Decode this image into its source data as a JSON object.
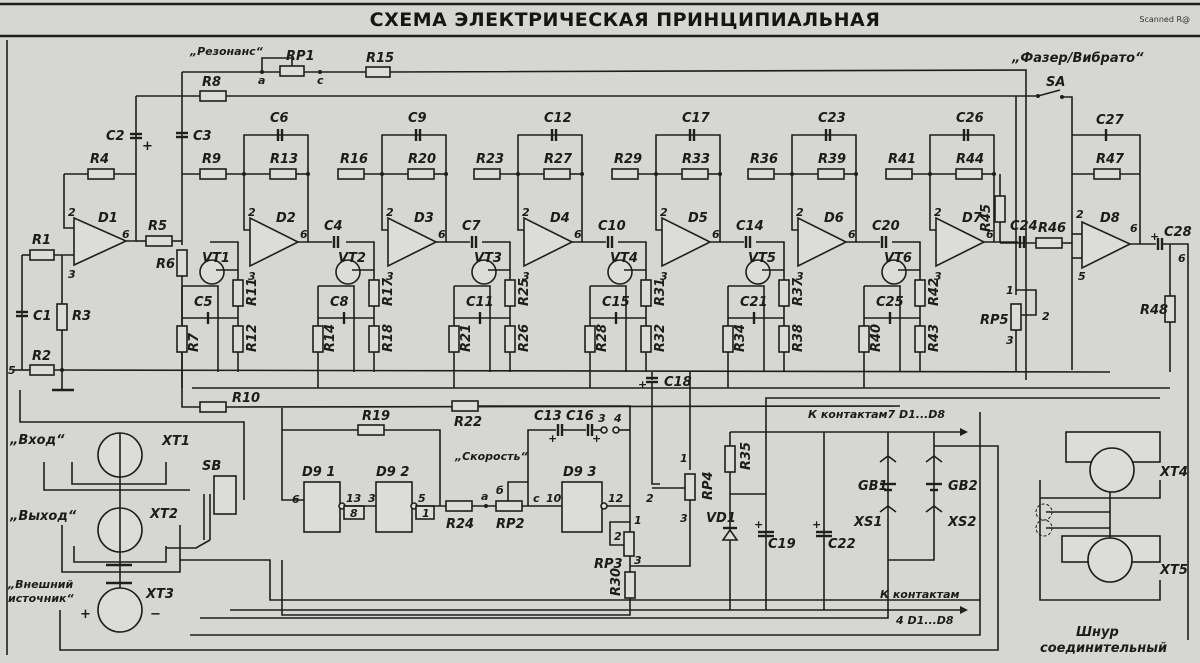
{
  "header": {
    "title": "СХЕМА ЭЛЕКТРИЧЕСКАЯ ПРИНЦИПИАЛЬНАЯ",
    "watermark": "Scanned R@"
  },
  "controls": {
    "resonance": "„Резонанс“",
    "phaser_vibrato": "„Фазер/Вибрато“",
    "speed": "„Скорость“"
  },
  "connectors": {
    "input": "„Вход“",
    "output": "„Выход“",
    "external_source_1": "„Внешний",
    "external_source_2": "источник“",
    "cable_1": "Шнур",
    "cable_2": "соединительный",
    "xt1": "XT1",
    "xt2": "XT2",
    "xt3": "XT3",
    "xt4": "XT4",
    "xt5": "XT5"
  },
  "notes": {
    "to_pin7": "К контактам7  D1...D8",
    "to_pin4_a": "К контактам",
    "to_pin4_b": "4  D1...D8"
  },
  "opamps": [
    "D1",
    "D2",
    "D3",
    "D4",
    "D5",
    "D6",
    "D7",
    "D8"
  ],
  "transistors": [
    "VT1",
    "VT2",
    "VT3",
    "VT4",
    "VT5",
    "VT6"
  ],
  "stage_top_caps": [
    "C6",
    "C9",
    "C12",
    "C17",
    "C23",
    "C26"
  ],
  "stage_series_resistors": [
    "R9",
    "R16",
    "R23",
    "R29",
    "R36",
    "R41"
  ],
  "stage_feedback_resistors": [
    "R13",
    "R20",
    "R27",
    "R33",
    "R39",
    "R44"
  ],
  "stage_coupling_caps": [
    "C4",
    "C7",
    "C10",
    "C14",
    "C20",
    "C24"
  ],
  "stage_upper_resistors": [
    "R11",
    "R17",
    "R25",
    "R31",
    "R37",
    "R42"
  ],
  "stage_lower_resistors": [
    "R12",
    "R18",
    "R26",
    "R32",
    "R38",
    "R43"
  ],
  "stage_bypass_caps": [
    "C5",
    "C8",
    "C11",
    "C15",
    "C21",
    "C25"
  ],
  "stage_gate_resistors": [
    "R7",
    "R14",
    "R21",
    "R28",
    "R34",
    "R40"
  ],
  "other": {
    "R1": "R1",
    "R2": "R2",
    "R3": "R3",
    "R4": "R4",
    "R5": "R5",
    "R6": "R6",
    "R8": "R8",
    "R10": "R10",
    "R15": "R15",
    "R19": "R19",
    "R22": "R22",
    "R24": "R24",
    "R30": "R30",
    "R35": "R35",
    "R45": "R45",
    "R46": "R46",
    "R47": "R47",
    "R48": "R48",
    "C1": "C1",
    "C2": "C2",
    "C3": "C3",
    "C13": "C13",
    "C16": "C16",
    "C18": "C18",
    "C19": "C19",
    "C22": "C22",
    "C27": "C27",
    "C28": "C28",
    "RP1": "RP1",
    "RP2": "RP2",
    "RP3": "RP3",
    "RP4": "RP4",
    "RP5": "RP5",
    "SA": "SA",
    "SB": "SB",
    "VD1": "VD1",
    "GB1": "GB1",
    "GB2": "GB2",
    "XS1": "XS1",
    "XS2": "XS2",
    "D91": "D9 1",
    "D92": "D9 2",
    "D93": "D9 3"
  },
  "pins": {
    "p2": "2",
    "p3": "3",
    "p6": "6",
    "p5": "5",
    "p1": "1",
    "p8": "8",
    "p10": "10",
    "p12": "12",
    "p13": "13",
    "p4": "4",
    "a": "a",
    "b": "б",
    "c": "c",
    "plus": "+",
    "minus": "−"
  }
}
